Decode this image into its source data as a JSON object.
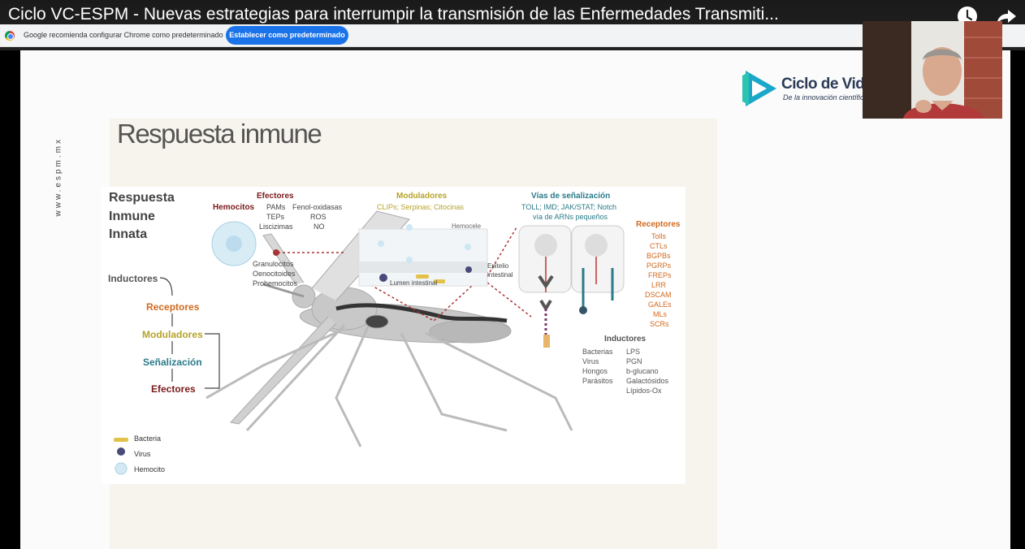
{
  "video": {
    "title": "Ciclo VC-ESPM - Nuevas estrategias para interrumpir la transmisión de las Enfermedades Transmiti...",
    "watch_later_icon": "clock-icon",
    "share_icon": "share-icon"
  },
  "infobar": {
    "message": "Google recomienda configurar Chrome como predeterminado",
    "button": "Establecer como predeterminado"
  },
  "slide": {
    "side_text": "www.espm.mx",
    "title": "Respuesta inmune",
    "logo_title": "Ciclo de Video",
    "logo_subtitle": "De la innovación científica"
  },
  "figure": {
    "heading": [
      "Respuesta",
      "Inmune",
      "Innata"
    ],
    "flow": [
      "Inductores",
      "Receptores",
      "Moduladores",
      "Señalización",
      "Efectores"
    ],
    "efectores": {
      "title": "Efectores",
      "hemocitos": "Hemocitos",
      "items_a": [
        "PAMs",
        "TEPs",
        "Liscizimas"
      ],
      "items_b": [
        "Fenol-oxidasas",
        "ROS",
        "NO"
      ],
      "cells": [
        "Granulocitos",
        "Oenocitoides",
        "Prohemocitos"
      ]
    },
    "moduladores": {
      "title": "Moduladores",
      "items": "CLIPs; Serpinas; Citocinas",
      "hemocele": "Hemocele",
      "epitelio": [
        "Epitelio",
        "intestinal"
      ],
      "lumen": "Lumen intestinal"
    },
    "senal": {
      "title": "Vías de señalización",
      "line1": "TOLL; IMD; JAK/STAT; Notch",
      "line2": "vía de ARNs pequeños"
    },
    "receptores": {
      "title": "Receptores",
      "items": [
        "Tolls",
        "CTLs",
        "BGPBs",
        "PGRPs",
        "FREPs",
        "LRR",
        "DSCAM",
        "GALEs",
        "MLs",
        "SCRs"
      ]
    },
    "inductores": {
      "title": "Inductores",
      "left": [
        "Bacterias",
        "Virus",
        "Hongos",
        "Parásitos"
      ],
      "right": [
        "LPS",
        "PGN",
        "b-glucano",
        "Galactósidos",
        "Lípidos-Ox"
      ]
    },
    "legend": [
      "Bacteria",
      "Virus",
      "Hemocito"
    ]
  },
  "colors": {
    "dark_red": "#7a1a1a",
    "orange": "#d2691e",
    "olive": "#b5a32a",
    "teal": "#2a7a8a",
    "chrome_blue": "#1a73e8"
  }
}
